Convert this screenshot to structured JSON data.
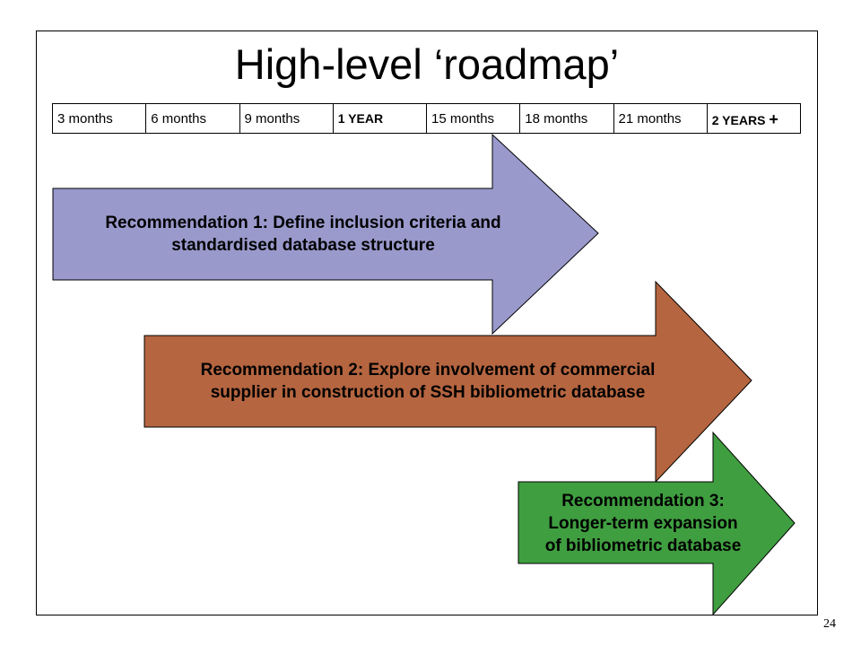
{
  "title": "High-level ‘roadmap’",
  "timeline": {
    "periods": [
      "3 months",
      "6 months",
      "9 months",
      "1 YEAR",
      "15 months",
      "18 months",
      "21 months",
      "2 YEARS"
    ],
    "last_suffix": "+"
  },
  "recommendations": [
    {
      "line1": "Recommendation 1: Define inclusion criteria and",
      "line2": "standardised database structure",
      "color": "#9999cc"
    },
    {
      "line1": "Recommendation 2: Explore involvement of commercial",
      "line2": "supplier in construction of SSH bibliometric database",
      "color": "#b56540"
    },
    {
      "line1": "Recommendation 3:",
      "line2": "Longer-term expansion",
      "line3": "of bibliometric database",
      "color": "#3f9e40"
    }
  ],
  "page_number": "24"
}
